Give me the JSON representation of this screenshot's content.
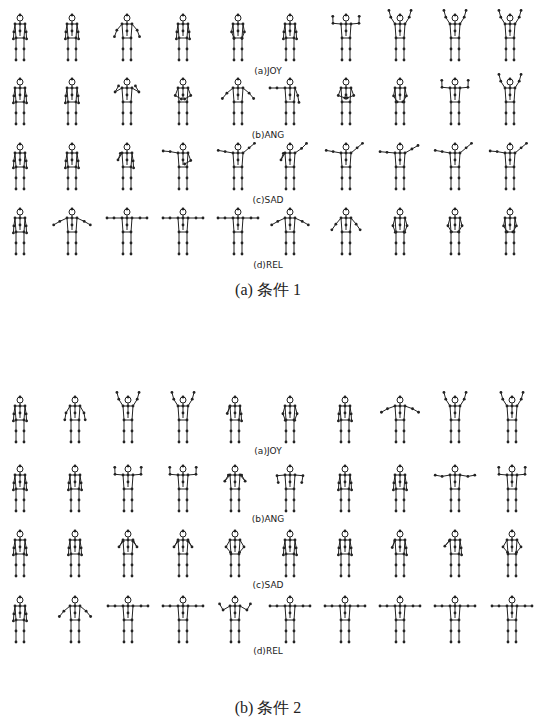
{
  "diagram": {
    "labels": [
      "(a)JOY",
      "(b)ANG",
      "(c)SAD",
      "(d)REL",
      "(a) 条件 1",
      "(a)JOY",
      "(b)ANG",
      "(c)SAD",
      "(d)REL",
      "(b) 条件 2"
    ]
  }
}
